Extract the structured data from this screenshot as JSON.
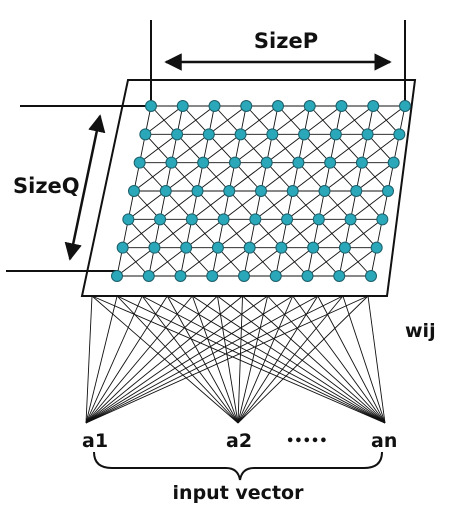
{
  "labels": {
    "size_p": "SizeP",
    "size_q": "SizeQ",
    "weights": "wij",
    "input_1": "a1",
    "input_2": "a2",
    "input_n": "an",
    "ellipsis": "•••••",
    "input_vector": "input vector"
  },
  "grid": {
    "columns": 9,
    "rows": 7
  },
  "colors": {
    "node_fill": "#2aa7b8",
    "node_stroke": "#1b5f6a",
    "line": "#111111",
    "background": "#ffffff"
  }
}
